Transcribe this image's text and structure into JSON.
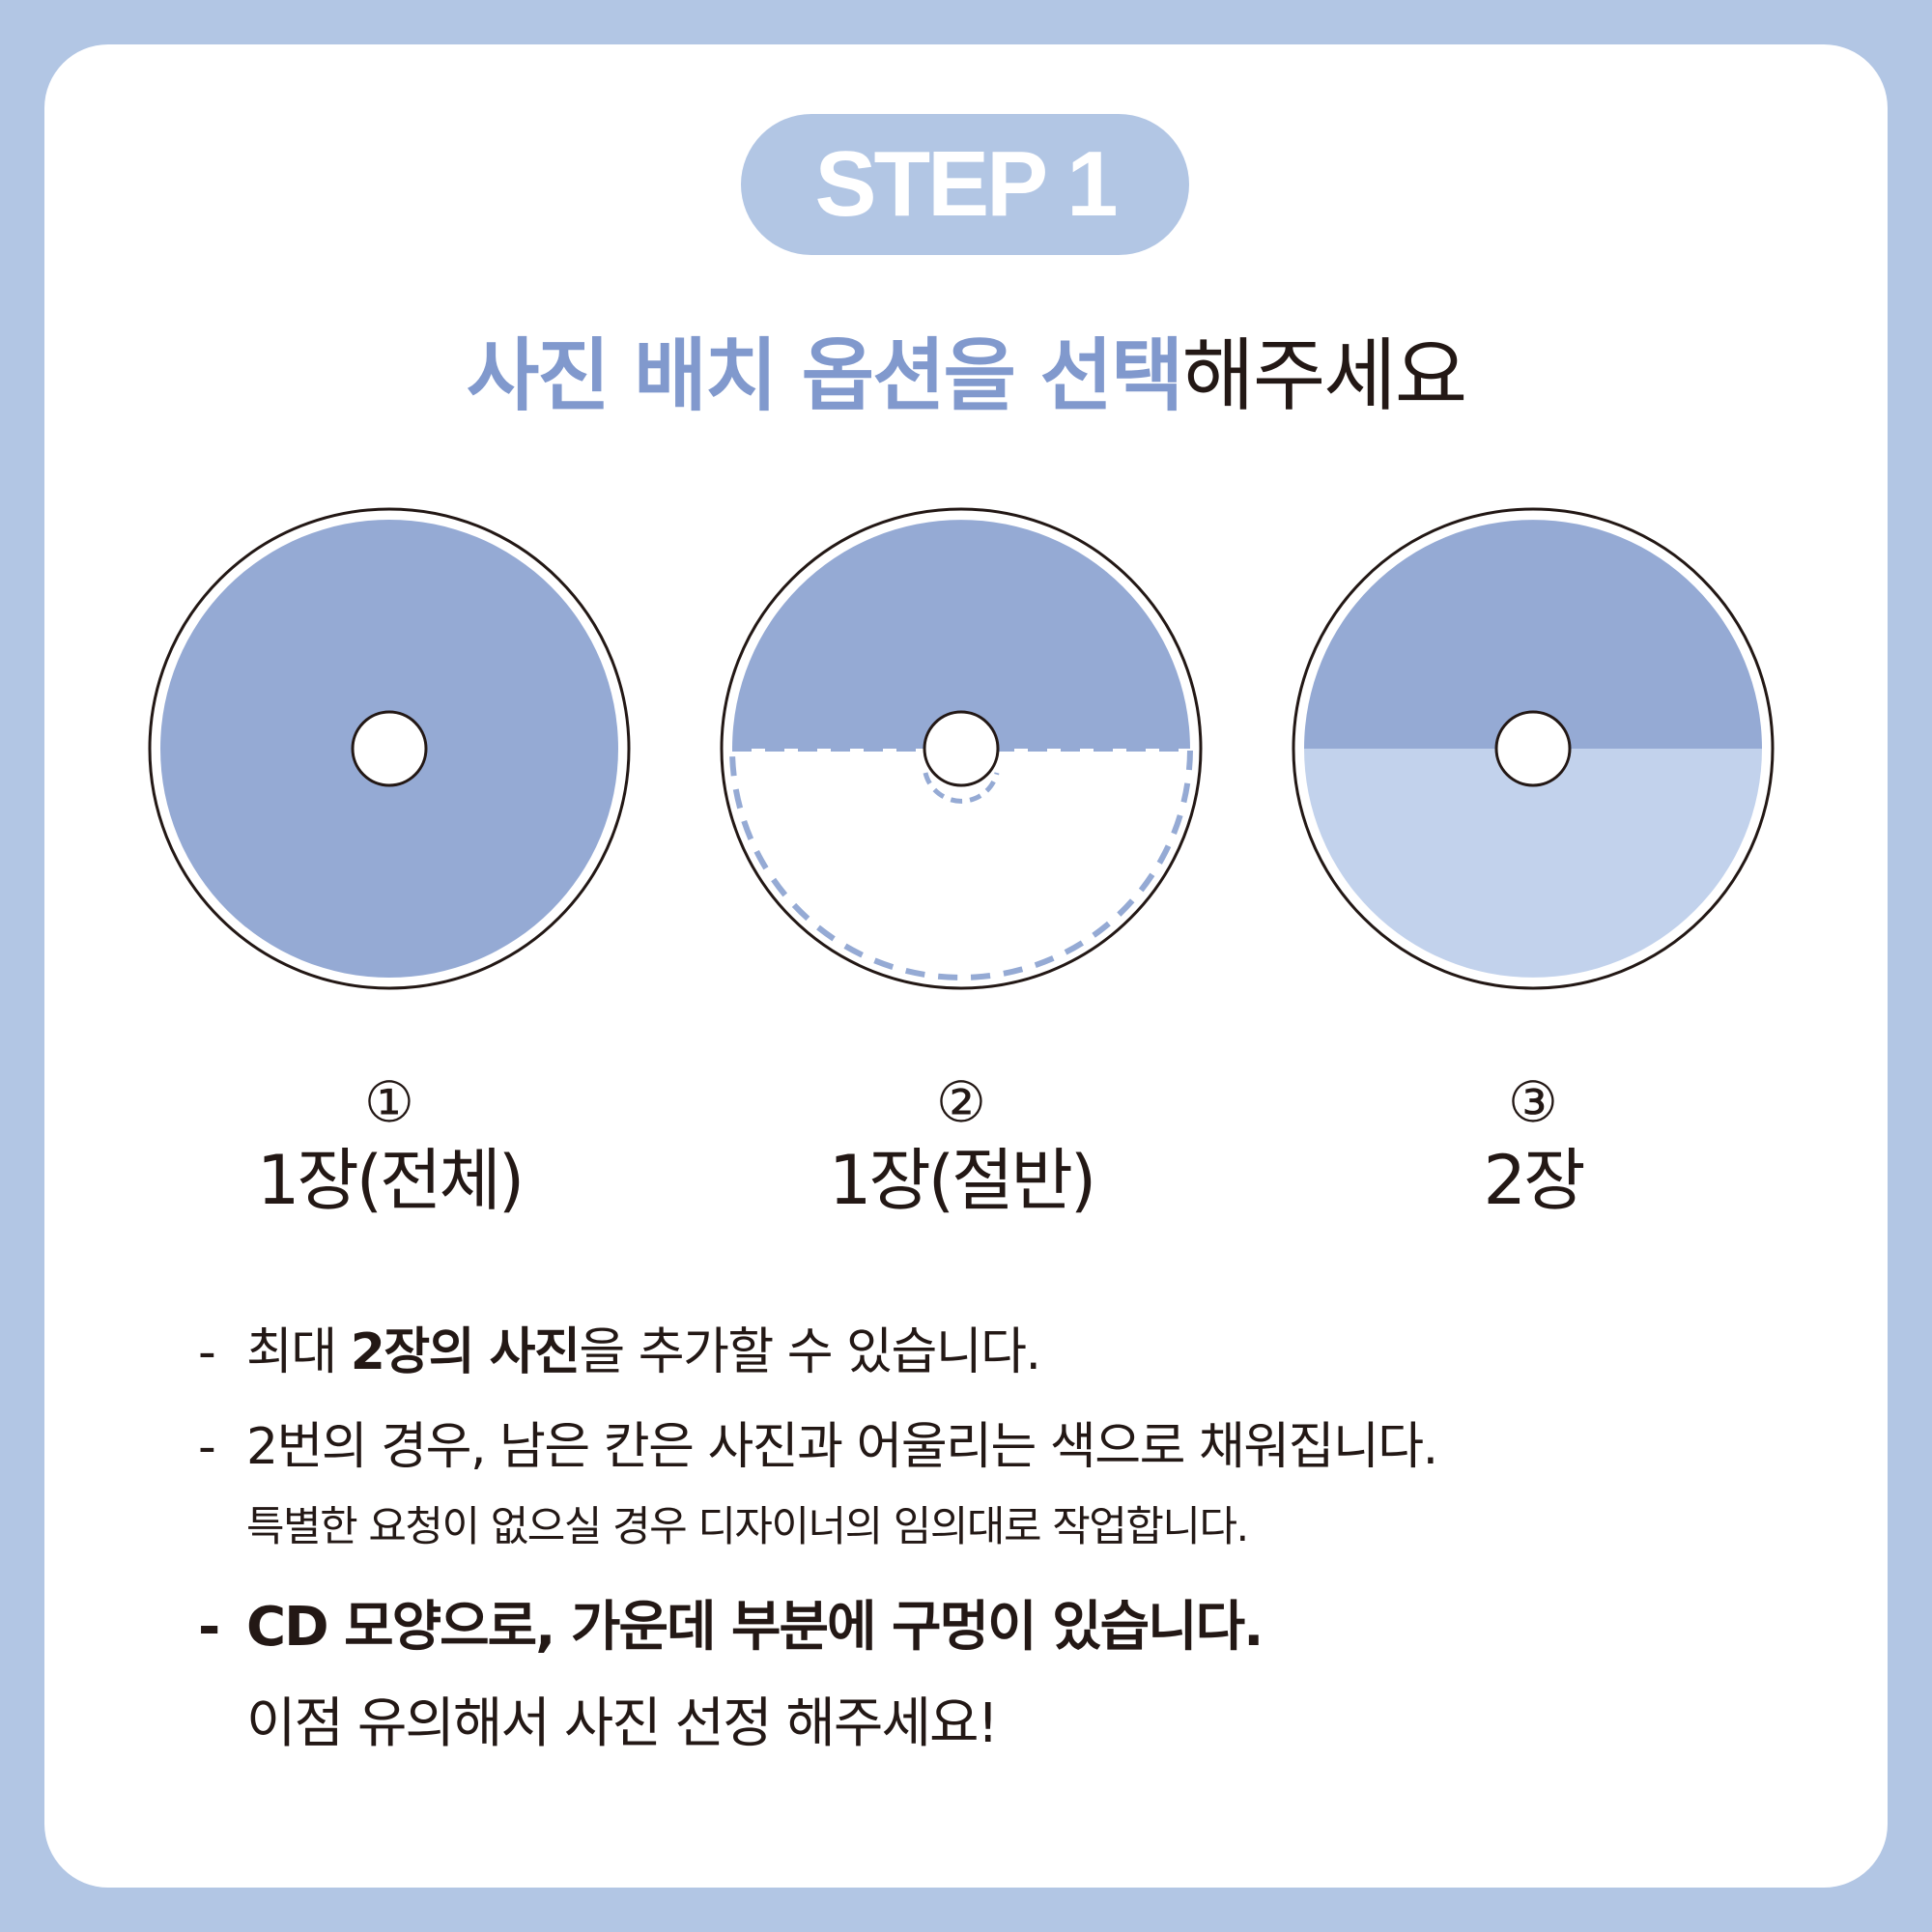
{
  "step": {
    "label": "STEP 1"
  },
  "headline": {
    "highlight": "사진 배치 옵션을 선택",
    "rest": "해주세요"
  },
  "options": [
    {
      "number": "①",
      "label": "1장(전체)"
    },
    {
      "number": "②",
      "label": "1장(절반)"
    },
    {
      "number": "③",
      "label": "2장"
    }
  ],
  "notes": {
    "line1": {
      "dash": "-",
      "a": "최대 ",
      "b": "2장의 사진",
      "c": "을 추가할 수 있습니다."
    },
    "line2": {
      "dash": "-",
      "text": "2번의 경우, 남은 칸은 사진과 어울리는 색으로 채워집니다."
    },
    "line3": {
      "text": "특별한 요청이 없으실 경우 디자이너의 임의대로 작업합니다."
    },
    "line4": {
      "dash": "-",
      "text": "CD 모양으로, 가운데 부분에 구멍이 있습니다."
    },
    "line5": {
      "text": "이점 유의해서 사진 선정 해주세요!"
    }
  },
  "colors": {
    "background": "#b2c6e4",
    "card": "#ffffff",
    "photo_fill": "#95aad4",
    "photo_fill_light": "#c2d2ec",
    "highlight_text": "#8199cd",
    "text": "#231815"
  }
}
